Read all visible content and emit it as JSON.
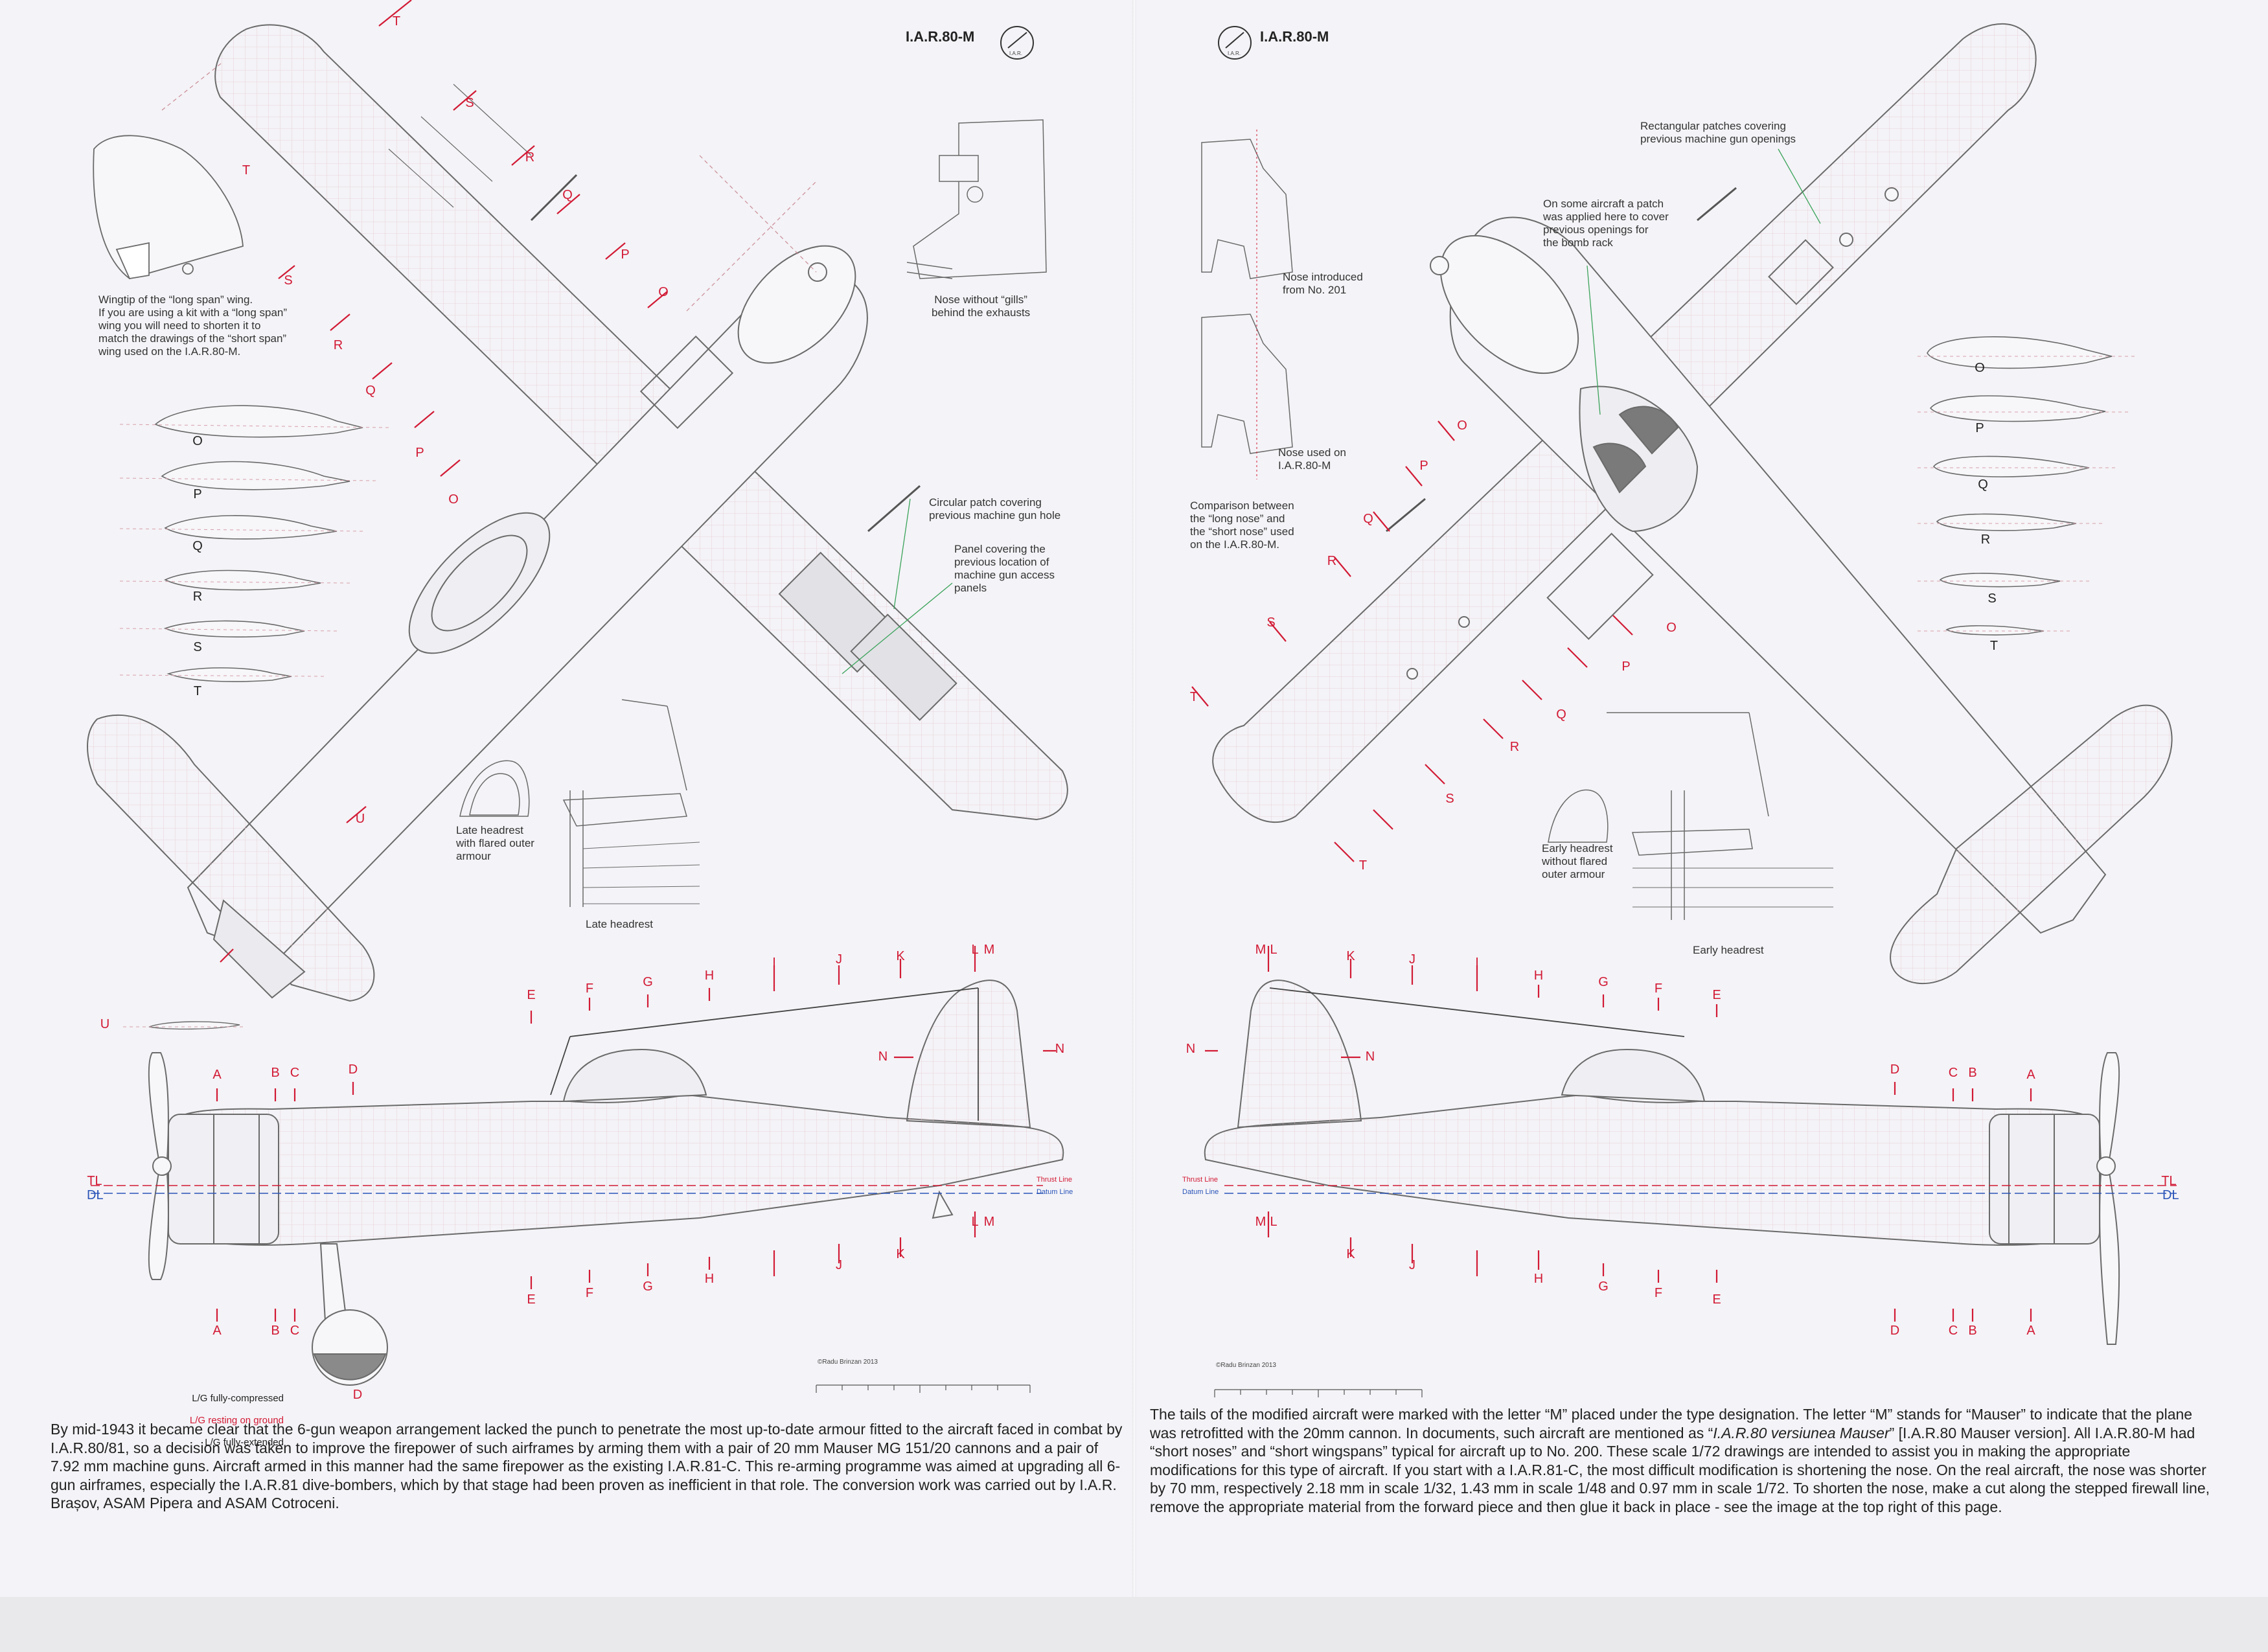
{
  "left_page": {
    "header": "I.A.R.80-M",
    "logo_text": "I.A.R.",
    "notes": {
      "wingtip": "Wingtip of the “long span” wing.\nIf you are using a kit with a “long span”\nwing you will need to shorten it to\nmatch the drawings of the “short span”\nwing used on the I.A.R.80-M.",
      "nose_gills": "Nose without “gills”\nbehind the exhausts",
      "circular_patch": "Circular patch covering\nprevious machine gun hole",
      "panel_covering": "Panel covering the\nprevious location of\nmachine gun access\npanels",
      "late_headrest_armour": "Late headrest\nwith flared outer\narmour",
      "late_headrest": "Late headrest"
    },
    "section_labels": [
      "O",
      "P",
      "Q",
      "R",
      "S",
      "T"
    ],
    "gear_legend": [
      "L/G fully-compressed",
      "L/G resting on ground",
      "L/G fully-extended"
    ],
    "scale_credit": "©Radu Brinzan 2013",
    "body_text": "By mid-1943 it became clear that the 6-gun weapon arrangement lacked the punch to penetrate the most up-to-date armour fitted to the aircraft faced in combat by I.A.R.80/81, so a decision was taken to improve the firepower of such airframes by arming them with a pair of 20 mm Mauser MG 151/20 cannons and a pair of 7.92 mm machine guns. Aircraft armed in this manner had the same firepower as the existing I.A.R.81-C. This re-arming programme was aimed at upgrading all 6-gun airframes, especially the I.A.R.81 dive-bombers, which by that stage had been proven as inefficient in that role. The conversion work was carried out by I.A.R. Brașov, ASAM Pipera and ASAM Cotroceni."
  },
  "right_page": {
    "header": "I.A.R.80-M",
    "logo_text": "I.A.R.",
    "notes": {
      "rect_patches": "Rectangular patches covering\nprevious machine gun openings",
      "bomb_rack_patch": "On some aircraft a patch\nwas applied here to cover\nprevious openings for\nthe bomb rack",
      "nose_201": "Nose introduced\nfrom No. 201",
      "nose_used": "Nose used on\nI.A.R.80-M",
      "comparison": "Comparison between\nthe “long nose” and\nthe “short nose” used\non the I.A.R.80-M.",
      "early_headrest_armour": "Early headrest\nwithout flared\nouter armour",
      "early_headrest": "Early headrest"
    },
    "section_labels": [
      "O",
      "P",
      "Q",
      "R",
      "S",
      "T"
    ],
    "scale_credit": "©Radu Brinzan 2013",
    "body_text_before": "The tails of the modified aircraft were marked with the letter “M” placed under the type designation. The letter “M” stands for “Mauser” to indicate that the plane was retrofitted with the 20mm cannon. In documents, such aircraft are mentioned as “",
    "body_text_italic": "I.A.R.80 versiunea Mauser",
    "body_text_after": "” [I.A.R.80 Mauser version]. All I.A.R.80-M had “short noses” and “short wingspans” typical for aircraft up to No. 200. These scale 1/72 drawings are intended to assist you in making the appropriate modifications for this type of aircraft. If you start with a I.A.R.81-C, the most difficult modification is shortening the nose. On the real aircraft, the nose was shorter by 70 mm, respectively  2.18 mm in scale 1/32, 1.43 mm in scale 1/48 and 0.97 mm in scale 1/72. To shorten the nose, make a cut along the stepped firewall line, remove the appropriate material from the forward piece and then glue it back in place - see the image at the top right of this page."
  },
  "side_station_labels": [
    "A",
    "B",
    "C",
    "D",
    "E",
    "F",
    "G",
    "H",
    "I",
    "J",
    "K",
    "L",
    "M",
    "N",
    "U"
  ],
  "line_labels": {
    "tl": "TL",
    "dl": "DL",
    "thrust_line": "Thrust Line",
    "datum_line": "Datum Line"
  },
  "colors": {
    "accent_red": "#d21a35",
    "line_gray": "#6a6a6a",
    "note_green": "#3aa35a",
    "blue_line": "#2a55b8"
  }
}
